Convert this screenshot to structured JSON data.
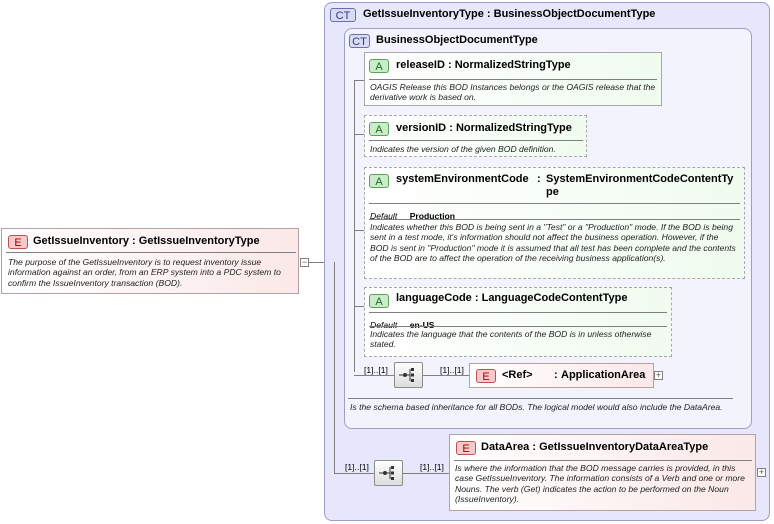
{
  "root_element": {
    "badge": "E",
    "name": "GetIssueInventory",
    "type": "GetIssueInventoryType",
    "description": "The purpose of the GetIssueInventory is to request inventory issue information against an order, from an ERP system into a PDC system to confirm the IssueInventory transaction (BOD)."
  },
  "outer_type": {
    "badge": "CT",
    "name": "GetIssueInventoryType",
    "base": "BusinessObjectDocumentType"
  },
  "inner_type": {
    "badge": "CT",
    "name": "BusinessObjectDocumentType",
    "description": "Is the schema based inheritance for all BODs. The logical model would also include the DataArea."
  },
  "attributes": [
    {
      "badge": "A",
      "name": "releaseID",
      "type": "NormalizedStringType",
      "description": "OAGIS Release this BOD Instances belongs or the OAGIS release that the derivative work is based on."
    },
    {
      "badge": "A",
      "name": "versionID",
      "type": "NormalizedStringType",
      "description": "Indicates the version of the given BOD definition."
    },
    {
      "badge": "A",
      "name": "systemEnvironmentCode",
      "type": "SystemEnvironmentCodeContentType",
      "type_line1": "SystemEnvironmentCodeContentTy",
      "type_line2": "pe",
      "default_label": "Default",
      "default_value": "Production",
      "description": "Indicates whether this BOD is being sent in a \"Test\" or a \"Production\" mode. If the BOD is being sent in a test mode, it's information should not affect the business operation. However, if the BOD is sent in \"Production\" mode it is assumed that all test has been complete and the contents of the BOD are to affect the operation of the receiving business application(s)."
    },
    {
      "badge": "A",
      "name": "languageCode",
      "type": "LanguageCodeContentType",
      "default_label": "Default",
      "default_value": "en-US",
      "description": "Indicates the language that the contents of the BOD is in unless otherwise stated."
    }
  ],
  "application_area": {
    "badge": "E",
    "ref": "<Ref>",
    "name": "ApplicationArea",
    "seq_cardinality": "[1]..[1]",
    "elem_cardinality": "[1]..[1]"
  },
  "data_area": {
    "badge": "E",
    "name": "DataArea",
    "type": "GetIssueInventoryDataAreaType",
    "seq_cardinality": "[1]..[1]",
    "elem_cardinality": "[1]..[1]",
    "description": "Is where the information that the BOD message carries is provided, in this case GetIssueInventory. The information consists of a Verb and one or more Nouns. The verb (Get) indicates the action to be performed on the Noun (IssueInventory)."
  },
  "colon": ":",
  "expand_symbol": "+",
  "collapse_symbol": "−"
}
